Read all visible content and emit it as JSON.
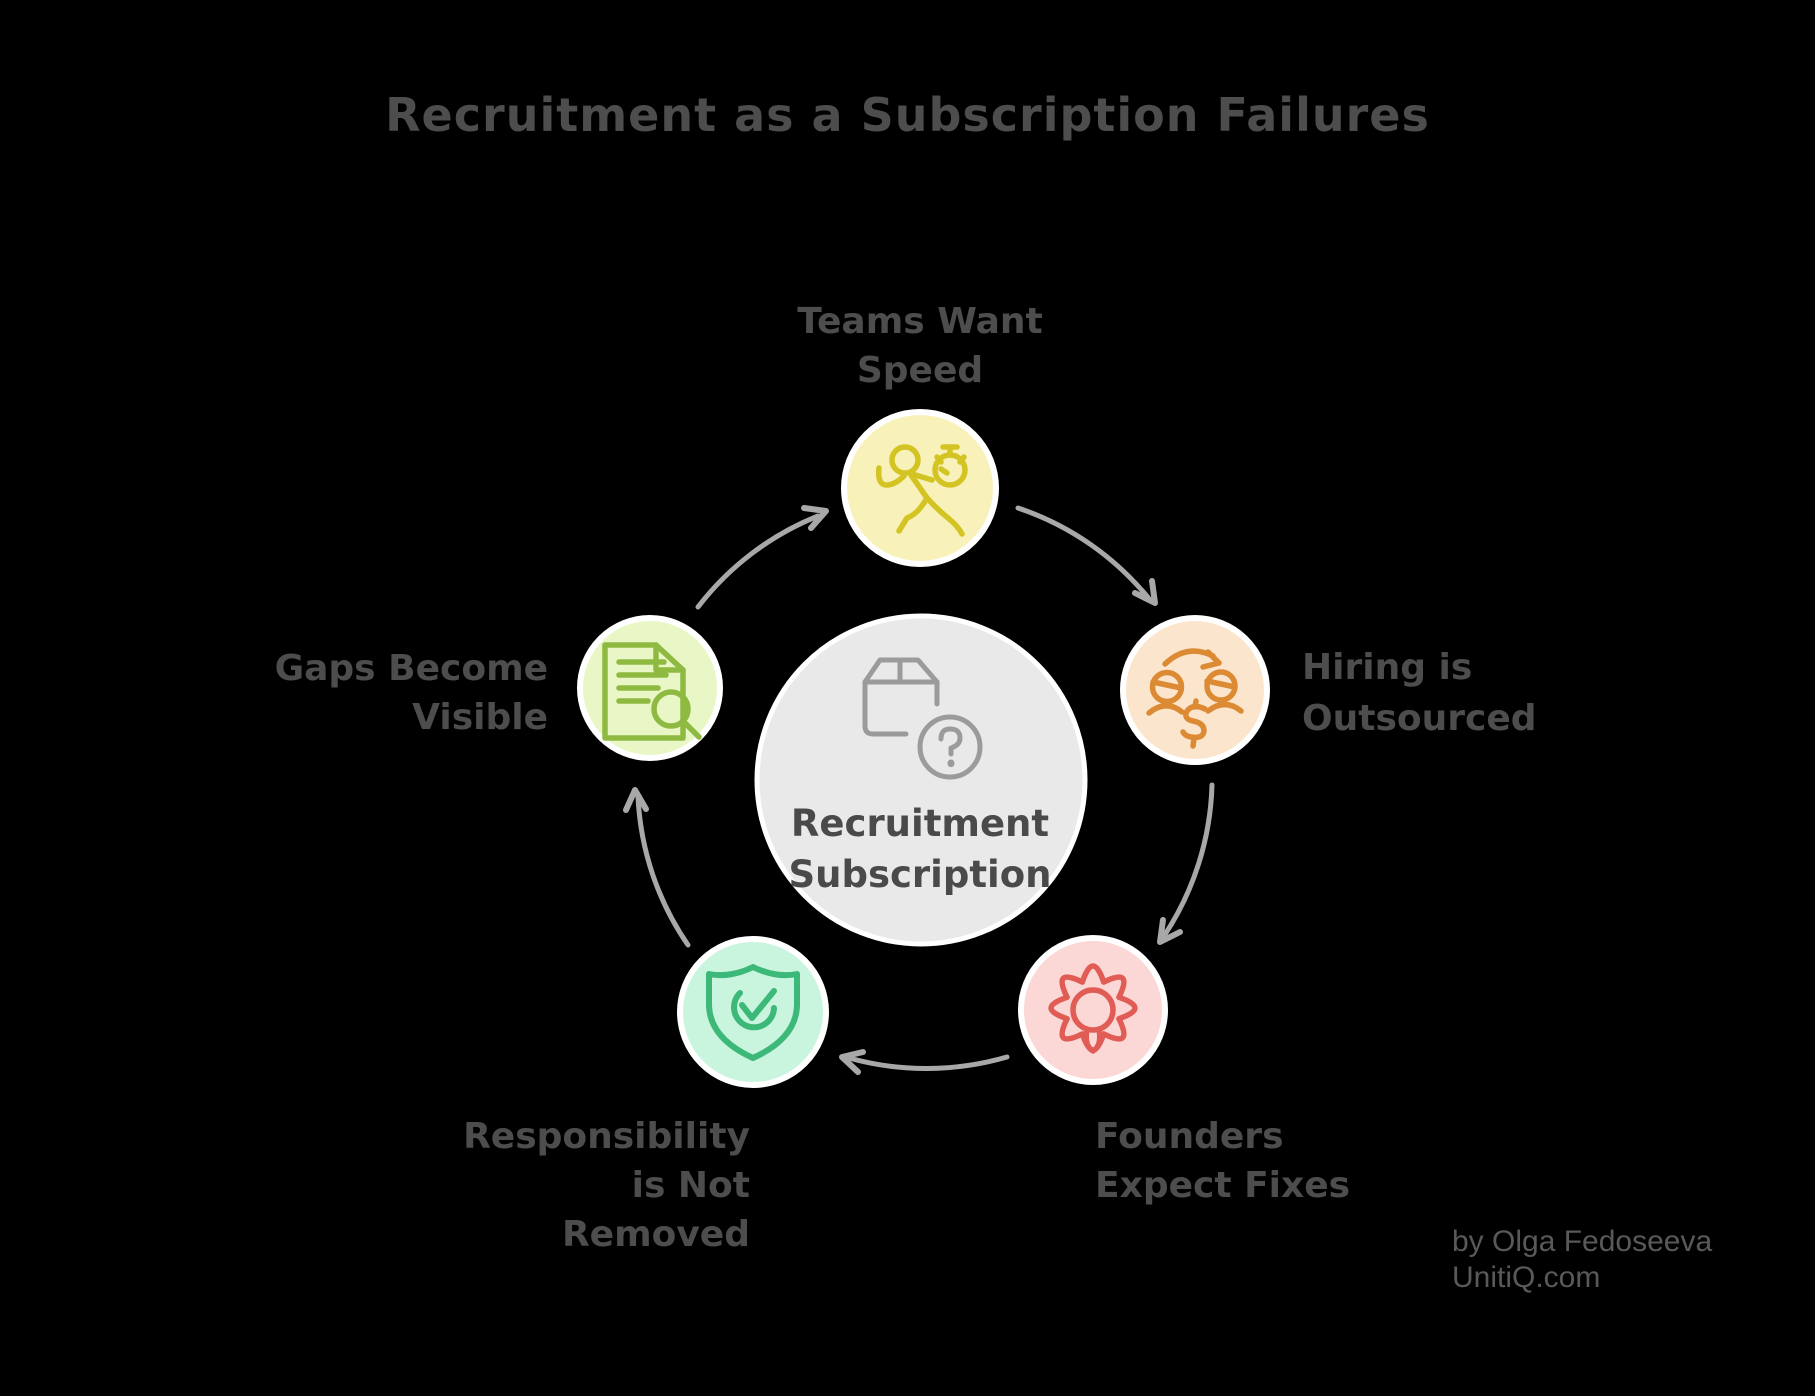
{
  "title": "Recruitment as a Subscription Failures",
  "center": {
    "label": "Recruitment\nSubscription",
    "icon": "package-question-icon",
    "fill": "#e9e9e9",
    "icon_color": "#9b9b9b",
    "border": "#ffffff"
  },
  "nodes": [
    {
      "id": "teams-want-speed",
      "label": "Teams Want\nSpeed",
      "icon": "runner-stopwatch-icon",
      "fill": "#f8f2ba",
      "icon_color": "#d3c424"
    },
    {
      "id": "hiring-is-outsourced",
      "label": "Hiring is\nOutsourced",
      "icon": "people-handoff-dollar-icon",
      "fill": "#fbe5cd",
      "icon_color": "#dd8a35"
    },
    {
      "id": "founders-expect-fixes",
      "label": "Founders\nExpect Fixes",
      "icon": "gear-lightbulb-icon",
      "fill": "#fbd7d5",
      "icon_color": "#e05c55"
    },
    {
      "id": "responsibility-not-removed",
      "label": "Responsibility\nis Not\nRemoved",
      "icon": "shield-check-icon",
      "fill": "#c9f4dd",
      "icon_color": "#3cb878"
    },
    {
      "id": "gaps-become-visible",
      "label": "Gaps Become\nVisible",
      "icon": "document-search-icon",
      "fill": "#e9f6c5",
      "icon_color": "#8fba42"
    }
  ],
  "attribution": {
    "line1": "by Olga Fedoseeva",
    "line2": "UnitiQ.com"
  },
  "colors": {
    "background": "#000000",
    "label_text": "#4d4d4d",
    "arrow": "#a8a8a8",
    "circle_border": "#ffffff",
    "attribution_text": "#595959"
  }
}
